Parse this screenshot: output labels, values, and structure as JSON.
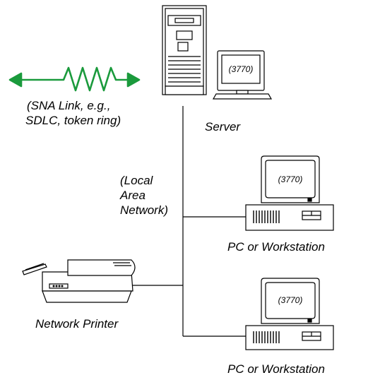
{
  "diagram": {
    "sna_link_label": {
      "line1": "(SNA Link, e.g.,",
      "line2": "SDLC, token ring)"
    },
    "server_label": "Server",
    "lan_label": {
      "line1": "(Local",
      "line2": "Area",
      "line3": "Network)"
    },
    "pc_top_label": "PC  or  Workstation",
    "pc_bottom_label": "PC  or  Workstation",
    "printer_label": "Network  Printer",
    "screen_text_server": "(3770)",
    "screen_text_pc_top": "(3770)",
    "screen_text_pc_bottom": "(3770)",
    "colors": {
      "link_arrow": "#1a9a3c",
      "line": "#000000",
      "background": "#ffffff"
    }
  }
}
